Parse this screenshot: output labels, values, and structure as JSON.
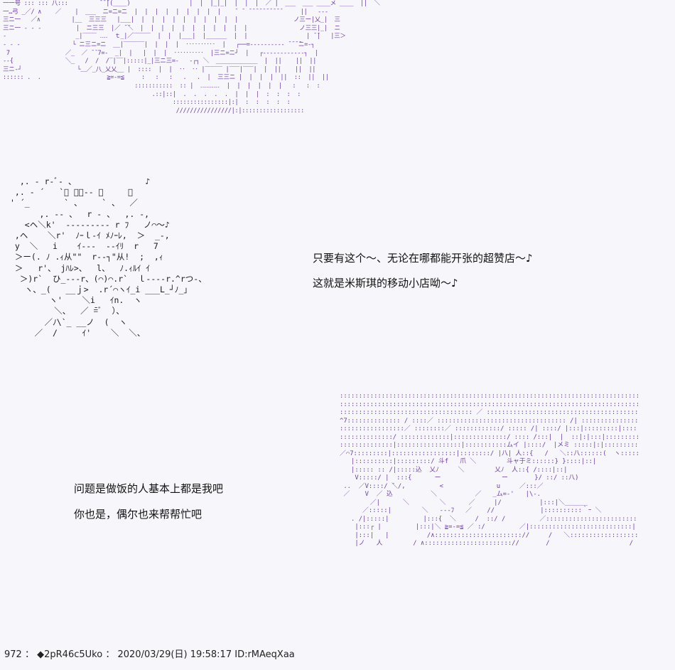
{
  "art": {
    "city": "一一号 ::: ::: 八:::         ̄ ̄ ̄|(____)                 |  |  |_|_|  |  |  |  ／ |  ___  ___ ____メ ____  ||  ＼\n一…弓 _／/ ∧    ／    |  ___  ニ=ニ=ニ  |  |  |  |  |  |  |  |  |    ̄  ̄  ̄ ̄ ̄ ̄ ̄ ̄ ̄ ̄ ̄ ̄      ||   ---\n三ニ一   ／∧         |__  三三三   |___|  |  |  |  |  |  |  |  |  |  |                ノ三ー|乂_|  三\n三ニ一 - - -          |  ニ三三  |／ ̄ ̄＼  |  |  |  |  |  |  |  |  |  |  |               ノ三三|_|  ニ\n-                    _|‾‾‾‾ ‥‥  ｔ_|／‾‾‾‾‾  |  |  |___|  |______  |  |                 | ̄ ̄|   |三＞\n- - -               └ ニ三ニ=ニ  __|‾‾‾‾‾‾|  |  |  |  ‥‥‥‥‥  |   ┌──=‐‐‐‐‐‐‐‐‐‐ ̄ ̄ ̄ ̄ニ=‐┐\n ̄7                ／_  ／ ̄ ̄ 7=‐  _|  |   |  |  |  ‥‥‥‥‥  |三ニ=ニ┘  |   ┌‐‐‐‐‐‐‐‐‐‐‐‐┐  |\n--{               ＼_   /  /  /‾|‾‾|:::::|_|三ニ三=‐   ‐┌┐ ＼  ____________  |  ||    ||  ||\n三ニ-┘                └＿／_八_乂乂__ |  ::::  |  |  ‥  ‥ |‾‾‾‾‾ |‾‾‾|‾‾‾|  |  ||    ||  ||\n:::::: .  .                   ≧=-=≦     :   :   :   .   .  |  三三ニ |  |  |  |  ||  ::  ||  ||\n                                      :::::::::::  :: |  ‥‥‥‥‥  |  |  |  |  |  |   :   :  :\n                                           .::|::|  .  .  .  .  .  |  |  |  :  :  :  :\n                                                 ::::::::::::::::|:|  :  :  :  :  :\n                                                  ////////////////|:|::::::::::::::::::",
    "girl": "  ,. ‐ r-ﾞ- 、              ♪\n ,. ‐ ´   `ﾞ 、ー‐- 、     ／\n' ´_       ` 、    ` 、  ／\n      ,. -‐ 、  r ‐ 、  ,. -,\n   <ヘ＼k'  --------‐ r ﾌ   ノ⌒〜♪\n ,ヘ    ＼r'  ﾉｰｌ-ｲ ﾒﾉｰﾚ,  ＞  _-,\n y  ＼   i    ｲ‐-‐  ‐‐ｲﾘ  r   7\n ＞ー(. ﾉ .ｨ从\"\"  r‐‐┐\"从!  ;  ,ｨ\n ＞   r'、 jﾊﾚ>、  l、  ﾉ.ｨﾙｲ ｲ\n  ＞)r`  ひ_-‐-r、(⌒)⌒.r`  ｌ‐‐‐‐r.^rつ-、\n   ヽ、_(   __ｊ>  .r´⌒ヽｲ_i ___L_┘ﾉ_」\n        ヽ'    ＼i   ｲn.  ヽ\n         ＼、  ／ ̄=ﾞ  ）、\n       ／ﾉ\\`_ __ノ  (  ヽ\n     ／  /     ｲ'    ＼  ＼、",
    "face": ":::::::::::::::::::::::::::::::::::::::::::::::::::::::::::::::::::::::::::::::ノ\n::::::::::::::::::::::::::::::::::::::::::::::::::::::::::::::::::::::::::::::::::⌒＼\n::::::::::::::::::::::::::::::::::: ／ ::::::::::::::::::::::::::::::::::::::::::::::::::::|   ＼\n^7:::::::::::::: / ::::／ :::::::::::::::::::::::::::::::::: /| ::::::::::::::::::::::::::::::::( ⌒＼\n:::::::::::::::::／ ::::::::／ ::::::::::::/ ::::: /| ::::/ |:::|:::::::::|::::::::::::::::::|  ＼\n::::::::::::::/ :::::::::::::|::::::::::::::/ :::: /:::|  |  ::|:|:::|::::::::::|::::::::::::::::::|   ＼\n::::::::::::::|:::::::::::::::::|:::::::::::ムイ |::::/  |メミ :::::|:|:::::::::::::::::::::::::|    |\n／⌒7:::::::::|:::::::::::::::::|::::::::/ |八| 人::{   /   ＼::八::::::(  ヽ::::::|\n   |::::::::::|:::::::::/ 斗f   爪 ＼        斗ャ于ミ::::::} }::::|::|\n   |::::: :: /|:::::込  乂ﾉ     ＼        乂ﾉ  人::{ /::::|::|\n    V:::::/ |  :::{      ー                ー       }/ ::/ ::八)\n ..  ／V::::/ ̄＼/,         <              u     ／:::／\n ／    V  ／ ̄込          ＼          ／   _ム=‐'   |\\‐.\n        ／|      ＼        ＼      ／     |/          |:::|＼______\n      ／:::::|        ＼   ---ﾌ   ／    //            |::::::::::｀ｰ ＼\n   . /|:::::|         |:::{  ＼     /  ::/ /         ／::::::::::::::::::::::::|\n    |:::┌ |         |:::|＼ ≧=‐=≦ ／ :/         ／|:::::::::::::::::::::::::::|\n    |:::|   |          /∧::::::::::::::::::::::://     /   ＼::::::::::::::::::::::::／\n    |ノ   人        / ∧::::::::::::::::::::::://       /                     /"
  },
  "dialog": {
    "line1": "只要有这个〜、无论在哪都能开张的超赞店〜♪",
    "line2": "这就是米斯琪的移动小店呦〜♪",
    "line3": "问题是做饭的人基本上都是我吧",
    "line4": "你也是，偶尔也来帮帮忙吧"
  },
  "footer": {
    "post_number": "972",
    "separator": "：",
    "trip": "◆2pR46c5Uko",
    "name_separator": "：",
    "date": "2020/03/29(日)",
    "time": "19:58:17",
    "id": "ID:rMAeqXaa"
  },
  "colors": {
    "background": "#f7f7fb",
    "text": "#111111",
    "art_accent": "#6a3aa8"
  }
}
